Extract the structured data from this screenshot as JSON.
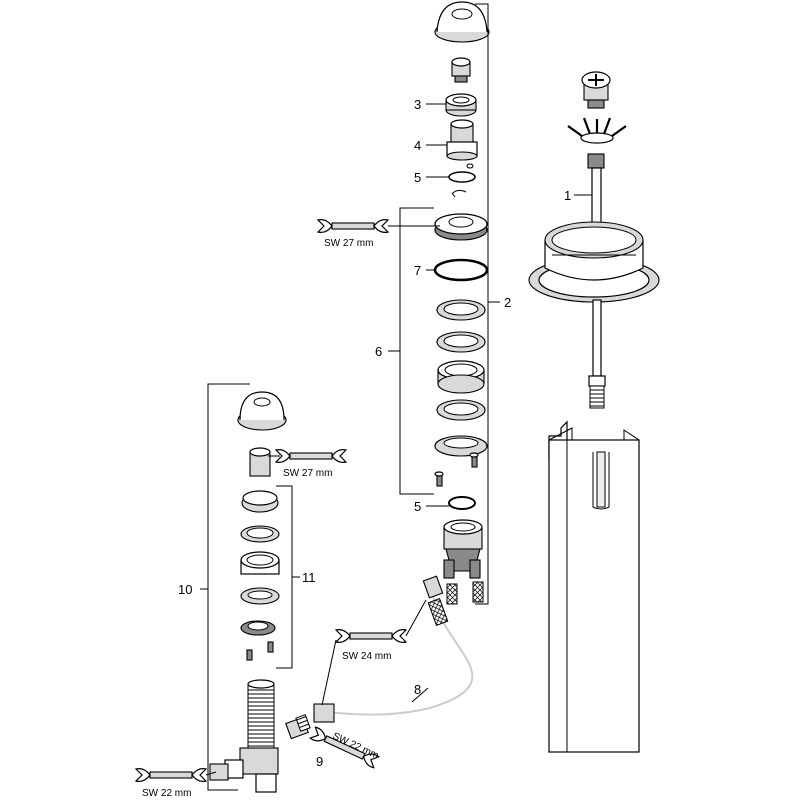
{
  "callouts": {
    "c1": "1",
    "c2": "2",
    "c3": "3",
    "c4": "4",
    "c5a": "5",
    "c5b": "5",
    "c6": "6",
    "c7": "7",
    "c8": "8",
    "c9": "9",
    "c10": "10",
    "c11": "11"
  },
  "wrench_labels": {
    "sw27_upper": "SW 27 mm",
    "sw27_lower": "SW 27 mm",
    "sw24": "SW 24 mm",
    "sw22_right": "SW 22 mm",
    "sw22_left": "SW 22 mm"
  },
  "icons": [
    "wrench-icon"
  ]
}
